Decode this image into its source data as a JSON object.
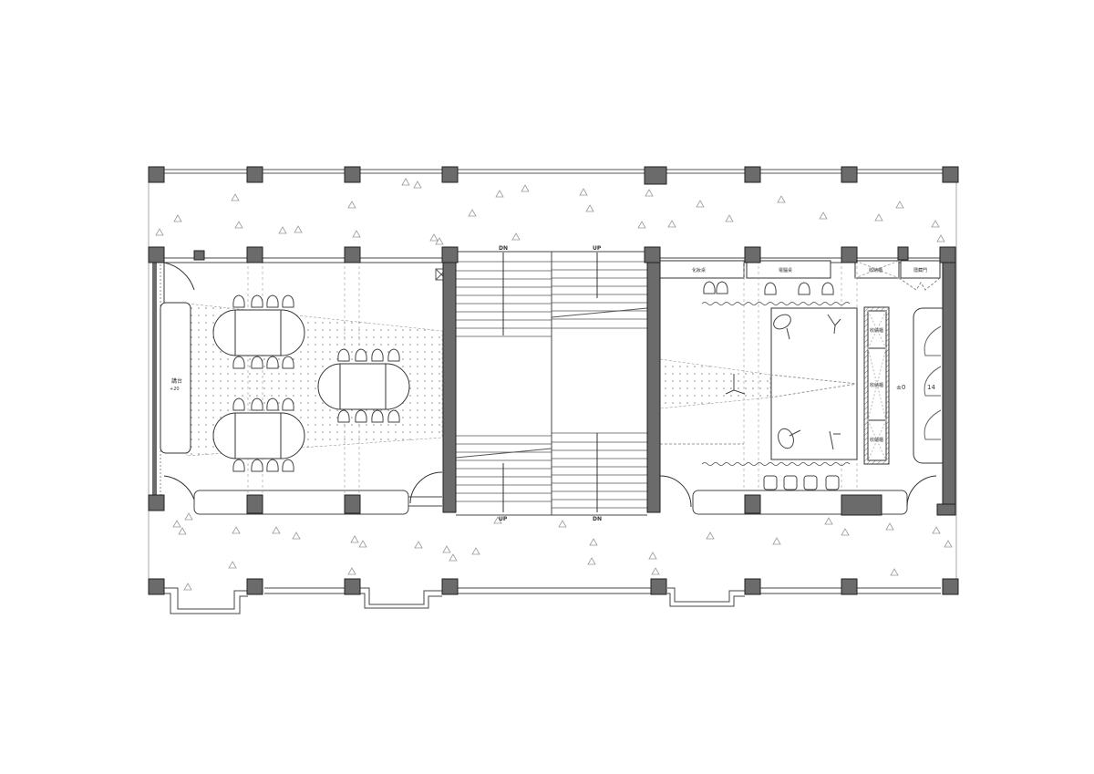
{
  "drawing": {
    "type": "architectural floor plan",
    "colors": {
      "column_fill": "#6b6b6b",
      "line": "#333333",
      "thin_line": "#888888",
      "dot_pattern": "#999999",
      "background": "#ffffff"
    }
  },
  "labels": {
    "stage": "講台",
    "stage_level": "+20",
    "makeup_desk": "化妝桌",
    "computer_desk": "電腦桌",
    "storage_cabinet_top": "收納櫃",
    "hidden_door": "隱藏門",
    "storage_1": "收納櫃",
    "storage_2": "收納櫃",
    "storage_3": "收納櫃",
    "level_zero": "±0",
    "level_14": "14",
    "stair_left_top": "DN",
    "stair_right_top": "UP",
    "stair_left_bottom": "UP",
    "stair_right_bottom": "DN"
  },
  "rooms": [
    {
      "name": "classroom-left",
      "tables": 3,
      "chairs": 24
    },
    {
      "name": "stairwell",
      "flights": 2
    },
    {
      "name": "studio-right",
      "stools": 4,
      "lights": 5
    }
  ]
}
